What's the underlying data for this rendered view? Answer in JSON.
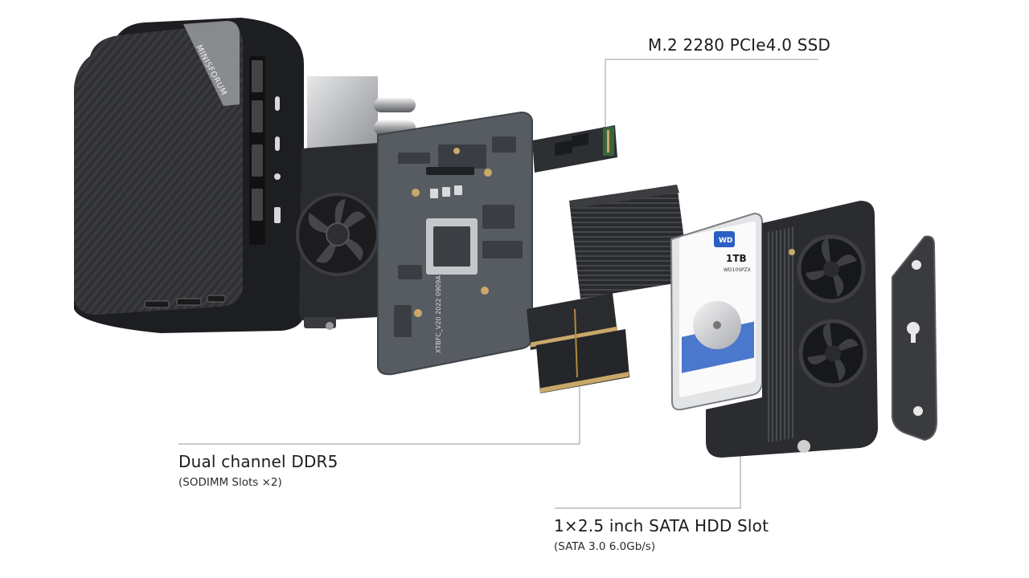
{
  "image": {
    "brand_text": "MINISFORUM",
    "hdd_capacity_text": "1TB",
    "hdd_model_text": "WD10SPZX",
    "hdd_brand_badge": "WD",
    "hdd_color_badge": "WD Blue",
    "board_marking": "XTBFC_V20 2022 0909A"
  },
  "annotations": {
    "ssd": {
      "main": "M.2 2280 PCIe4.0 SSD"
    },
    "ddr": {
      "main": "Dual channel DDR5",
      "sub": "(SODIMM Slots ×2)"
    },
    "hdd": {
      "main": "1×2.5 inch SATA HDD Slot",
      "sub": "(SATA 3.0 6.0Gb/s)"
    }
  },
  "colors": {
    "chassis": "#2b2b2e",
    "board": "#555a5f",
    "hdd_label_blue": "#2c5fc4",
    "leader_line": "#9a9a9a"
  }
}
